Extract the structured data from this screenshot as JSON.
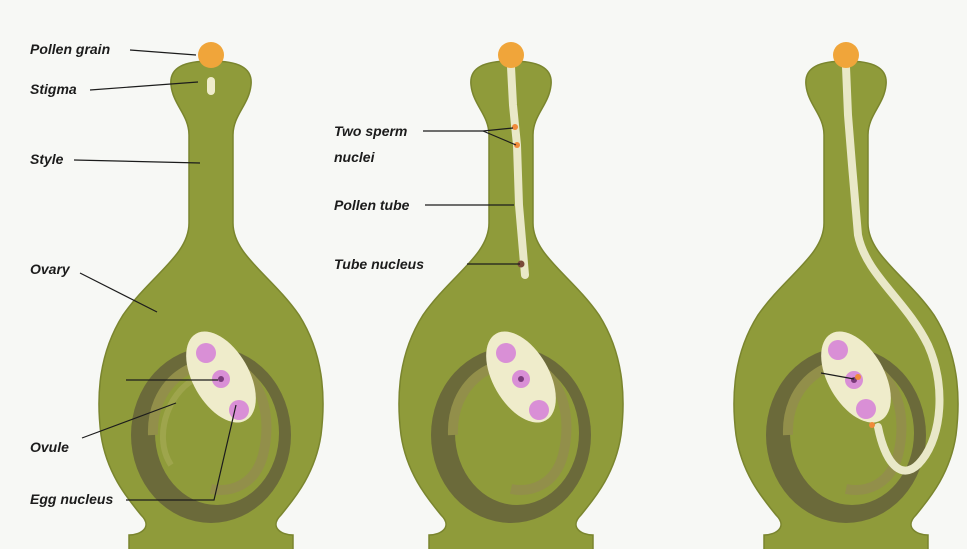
{
  "labels": {
    "pollen_grain": "Pollen grain",
    "stigma": "Stigma",
    "style": "Style",
    "ovary": "Ovary",
    "ovule": "Ovule",
    "egg_nucleus": "Egg nucleus",
    "two_sperm_line1": "Two sperm",
    "two_sperm_line2": "nuclei",
    "pollen_tube": "Pollen tube",
    "tube_nucleus": "Tube nucleus"
  },
  "colors": {
    "carpel": "#8f9b3a",
    "carpel_edge": "#7a852e",
    "ovary_dark": "#6b6a3a",
    "ovule_inner": "#928f4a",
    "embryo_sac": "#efeccb",
    "nucleus": "#d98fd6",
    "nucleus_core": "#7a3a7a",
    "pollen": "#f0a53a",
    "tube": "#e9e8c8",
    "sperm": "#f08a3a"
  },
  "icons": {
    "stage1": "pollination-stage-1",
    "stage2": "pollen-tube-growth-stage-2",
    "stage3": "fertilisation-stage-3"
  }
}
